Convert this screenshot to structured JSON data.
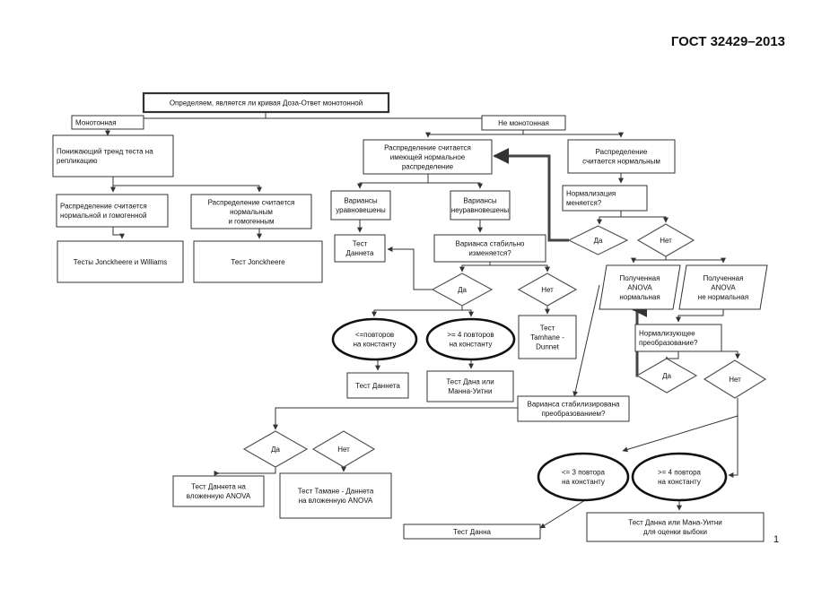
{
  "document": {
    "standard": "ГОСТ 32429–2013",
    "page_number": "1"
  },
  "flowchart": {
    "n_root": [
      "Определяем, является ли кривая Доза-Ответ монотонной"
    ],
    "n_mono": [
      "Монотонная"
    ],
    "n_nonmono": [
      "Не монотонная"
    ],
    "n_trend": [
      "Понижающий тренд теста на",
      "репликацию"
    ],
    "n_normhom": [
      "Распределение считается",
      "нормальной и гомогенной"
    ],
    "n_normhom2": [
      "Распределение считается",
      "нормальным",
      "и гомогенным"
    ],
    "n_jw": [
      "Тесты Jonckheere и Williams"
    ],
    "n_jonck": [
      "Тест Jonckheere"
    ],
    "n_normaldist": [
      "Распределение считается",
      "имеющей нормальное",
      "распределение"
    ],
    "n_normal2": [
      "Распределение",
      "считается нормальным"
    ],
    "n_normchange": [
      "Нормализация",
      "меняется?"
    ],
    "d_yes1": [
      "Да"
    ],
    "d_no1": [
      "Нет"
    ],
    "n_varbal": [
      "Вариансы",
      "уравновешены"
    ],
    "n_varunbal": [
      "Вариансы",
      "неуравновешены"
    ],
    "n_dunnett1": [
      "Тест",
      "Даннета"
    ],
    "n_varstab": [
      "Варианса стабильно",
      "изменяется?"
    ],
    "d_yes2": [
      "Да"
    ],
    "d_no2": [
      "Нет"
    ],
    "n_tamhane": [
      "Тест",
      "Tamhane -",
      "Dunnet"
    ],
    "e_le3": [
      "<=повторов",
      "на константу"
    ],
    "e_ge4": [
      ">= 4 повторов",
      "на константу"
    ],
    "n_dunnett2": [
      "Тест Даннета"
    ],
    "n_dana1": [
      "Тест Дана или",
      "Манна-Уитни"
    ],
    "n_anovanorm": [
      "Полученная",
      "ANOVA",
      "нормальная"
    ],
    "n_anovanonnorm": [
      "Полученная",
      "ANOVA",
      "не нормальная"
    ],
    "n_normtrans": [
      "Нормализующее",
      "преобразование?"
    ],
    "d_yes3": [
      "Да"
    ],
    "d_no3": [
      "Нет"
    ],
    "n_varstab2": [
      "Варианса стабилизирована",
      "преобразованием?"
    ],
    "d_yes4": [
      "Да"
    ],
    "d_no4": [
      "Нет"
    ],
    "n_nested1": [
      "Тест Даннета на",
      "вложенную ANOVA"
    ],
    "n_nested2": [
      "Тест Тамане - Даннета",
      "на вложенную ANOVA"
    ],
    "e_le3b": [
      "<= 3 повтора",
      "на константу"
    ],
    "e_ge4b": [
      ">= 4 повтора",
      "на константу"
    ],
    "n_dana2": [
      "Тест Данна"
    ],
    "n_dana3": [
      "Тест Данна или Мана-Уитни",
      "для оценки выбоки"
    ]
  }
}
